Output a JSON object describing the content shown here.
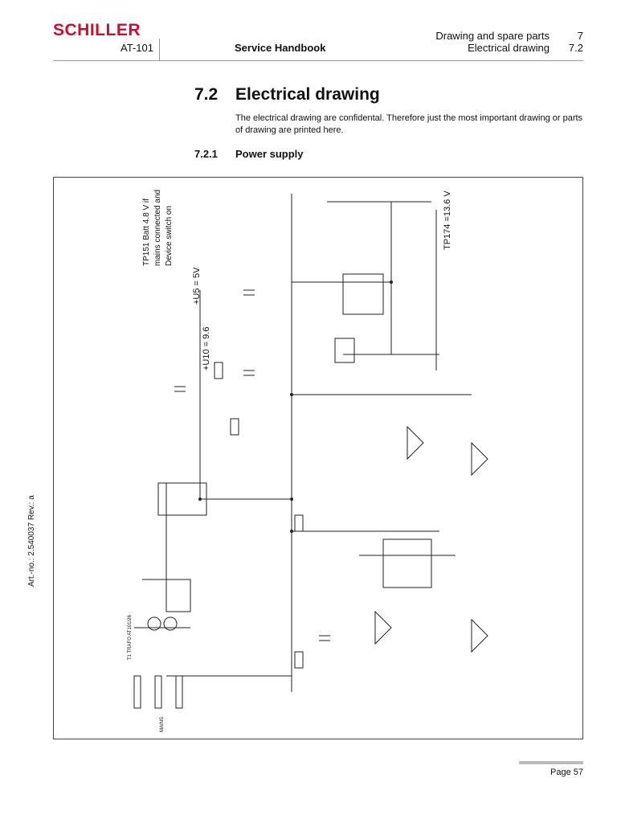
{
  "header": {
    "logo": "SCHILLER",
    "logo_color": "#c8102e",
    "model": "AT-101",
    "handbook": "Service Handbook",
    "chapter_title": "Drawing and spare parts",
    "chapter_num": "7",
    "section_title": "Electrical drawing",
    "section_num": "7.2"
  },
  "section": {
    "number": "7.2",
    "title": "Electrical drawing",
    "paragraph": "The electrical drawing are confidental. Therefore just the most important drawing or parts of drawing are printed here."
  },
  "subsection": {
    "number": "7.2.1",
    "title": "Power supply"
  },
  "schematic": {
    "label_tp151": "TP151 Batt 4.8 V if",
    "label_mains": "mains connected and",
    "label_device": "Device switch on",
    "label_u5": "+U5 = 5V",
    "label_u10": "+U10 = 9.6",
    "label_tp174": "TP174 =13.6 V",
    "label_mains_in": "MAINS",
    "label_trafo": "T1 TRAFO AT101/26"
  },
  "sidebar": {
    "artno": "Art.-no.: 2.540037 Rev.: a"
  },
  "footer": {
    "page": "Page 57"
  }
}
